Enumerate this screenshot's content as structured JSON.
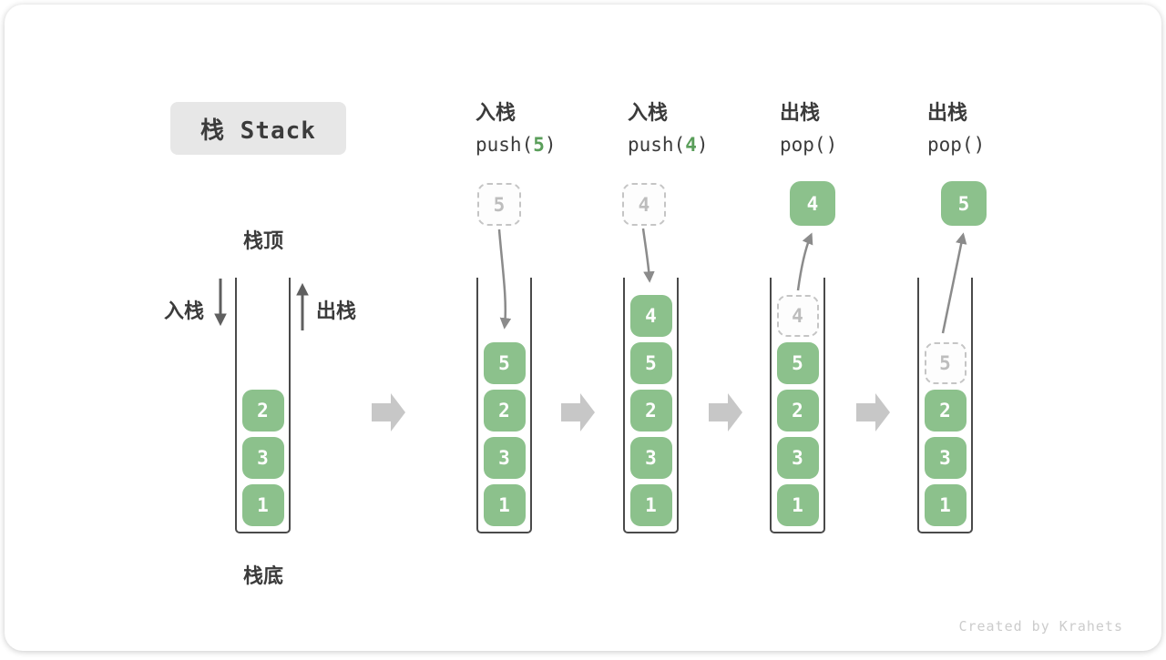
{
  "title": "栈 Stack",
  "labels": {
    "stack_top": "栈顶",
    "stack_bottom": "栈底",
    "push_side": "入栈",
    "pop_side": "出栈"
  },
  "headers": [
    {
      "cn": "入栈",
      "code_pre": "push(",
      "arg": "5",
      "code_post": ")"
    },
    {
      "cn": "入栈",
      "code_pre": "push(",
      "arg": "4",
      "code_post": ")"
    },
    {
      "cn": "出栈",
      "code_pre": "pop(",
      "arg": "",
      "code_post": ")"
    },
    {
      "cn": "出栈",
      "code_pre": "pop(",
      "arg": "",
      "code_post": ")"
    }
  ],
  "floating_cells": [
    {
      "value": "5",
      "variant": "dashed"
    },
    {
      "value": "4",
      "variant": "dashed"
    },
    {
      "value": "4",
      "variant": "solid"
    },
    {
      "value": "5",
      "variant": "solid"
    }
  ],
  "stacks": [
    {
      "name": "initial-stack",
      "cells": [
        {
          "v": "2",
          "variant": "solid"
        },
        {
          "v": "3",
          "variant": "solid"
        },
        {
          "v": "1",
          "variant": "solid"
        }
      ]
    },
    {
      "name": "after-push-5",
      "cells": [
        {
          "v": "5",
          "variant": "solid"
        },
        {
          "v": "2",
          "variant": "solid"
        },
        {
          "v": "3",
          "variant": "solid"
        },
        {
          "v": "1",
          "variant": "solid"
        }
      ]
    },
    {
      "name": "after-push-4",
      "cells": [
        {
          "v": "4",
          "variant": "solid"
        },
        {
          "v": "5",
          "variant": "solid"
        },
        {
          "v": "2",
          "variant": "solid"
        },
        {
          "v": "3",
          "variant": "solid"
        },
        {
          "v": "1",
          "variant": "solid"
        }
      ]
    },
    {
      "name": "during-pop-4",
      "cells": [
        {
          "v": "4",
          "variant": "dashed"
        },
        {
          "v": "5",
          "variant": "solid"
        },
        {
          "v": "2",
          "variant": "solid"
        },
        {
          "v": "3",
          "variant": "solid"
        },
        {
          "v": "1",
          "variant": "solid"
        }
      ]
    },
    {
      "name": "during-pop-5",
      "cells": [
        {
          "v": "5",
          "variant": "dashed"
        },
        {
          "v": "2",
          "variant": "solid"
        },
        {
          "v": "3",
          "variant": "solid"
        },
        {
          "v": "1",
          "variant": "solid"
        }
      ]
    }
  ],
  "watermark": "Created by Krahets",
  "colors": {
    "cell_green": "#8CC18C",
    "code_arg_green": "#5a9e5a",
    "dashed_gray": "#c5c5c5",
    "curve_arrow_gray": "#8b8b8b",
    "side_arrow_gray": "#5f5f5f",
    "flow_arrow_gray": "#c7c7c7",
    "text_dark": "#3b3b3b",
    "badge_bg": "#e7e7e7"
  }
}
